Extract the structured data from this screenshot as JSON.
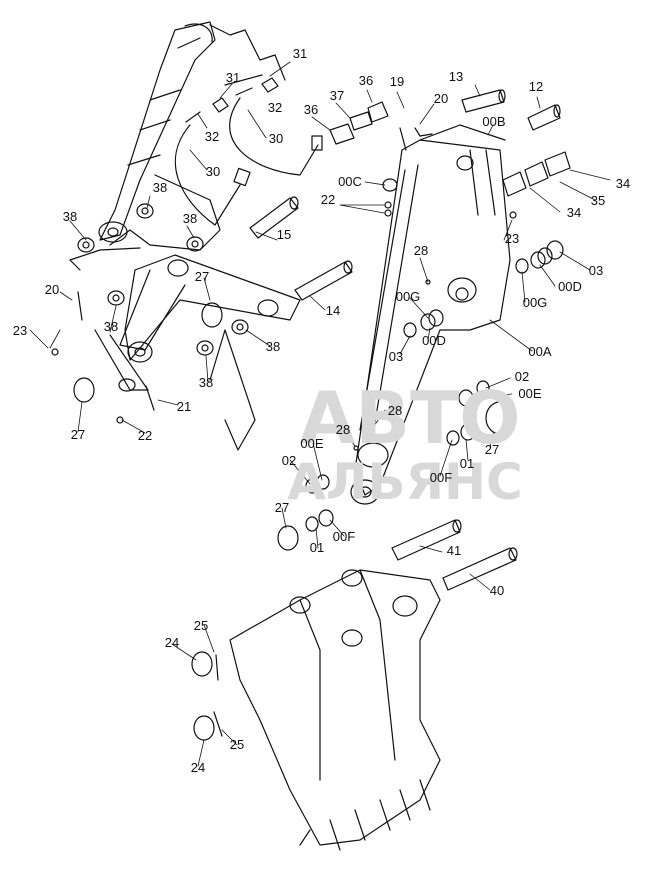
{
  "watermark": {
    "line1": "АВТО",
    "line2": "АЛЬЯНС"
  },
  "callouts": [
    {
      "id": "c31a",
      "text": "31"
    },
    {
      "id": "c31b",
      "text": "31"
    },
    {
      "id": "c32a",
      "text": "32"
    },
    {
      "id": "c32b",
      "text": "32"
    },
    {
      "id": "c30a",
      "text": "30"
    },
    {
      "id": "c30b",
      "text": "30"
    },
    {
      "id": "c36a",
      "text": "36"
    },
    {
      "id": "c36b",
      "text": "36"
    },
    {
      "id": "c37",
      "text": "37"
    },
    {
      "id": "c19",
      "text": "19"
    },
    {
      "id": "c20a",
      "text": "20"
    },
    {
      "id": "c13",
      "text": "13"
    },
    {
      "id": "c12",
      "text": "12"
    },
    {
      "id": "c00B",
      "text": "00B"
    },
    {
      "id": "c38a",
      "text": "38"
    },
    {
      "id": "c38b",
      "text": "38"
    },
    {
      "id": "c38c",
      "text": "38"
    },
    {
      "id": "c38d",
      "text": "38"
    },
    {
      "id": "c38e",
      "text": "38"
    },
    {
      "id": "c38f",
      "text": "38"
    },
    {
      "id": "c00C",
      "text": "00C"
    },
    {
      "id": "c22a",
      "text": "22"
    },
    {
      "id": "c34a",
      "text": "34"
    },
    {
      "id": "c35",
      "text": "35"
    },
    {
      "id": "c34b",
      "text": "34"
    },
    {
      "id": "c15",
      "text": "15"
    },
    {
      "id": "c23a",
      "text": "23"
    },
    {
      "id": "c27a",
      "text": "27"
    },
    {
      "id": "c28a",
      "text": "28"
    },
    {
      "id": "c03a",
      "text": "03"
    },
    {
      "id": "c00Da",
      "text": "00D"
    },
    {
      "id": "c00Ga",
      "text": "00G"
    },
    {
      "id": "c20b",
      "text": "20"
    },
    {
      "id": "c14",
      "text": "14"
    },
    {
      "id": "c00Gb",
      "text": "00G"
    },
    {
      "id": "c23b",
      "text": "23"
    },
    {
      "id": "c03b",
      "text": "03"
    },
    {
      "id": "c00Db",
      "text": "00D"
    },
    {
      "id": "c00A",
      "text": "00A"
    },
    {
      "id": "c02a",
      "text": "02"
    },
    {
      "id": "c00Ea",
      "text": "00E"
    },
    {
      "id": "c21",
      "text": "21"
    },
    {
      "id": "c27b",
      "text": "27"
    },
    {
      "id": "c22b",
      "text": "22"
    },
    {
      "id": "c28b",
      "text": "28"
    },
    {
      "id": "c28c",
      "text": "28"
    },
    {
      "id": "c27c",
      "text": "27"
    },
    {
      "id": "c00Eb",
      "text": "00E"
    },
    {
      "id": "c02b",
      "text": "02"
    },
    {
      "id": "c01a",
      "text": "01"
    },
    {
      "id": "c00Fa",
      "text": "00F"
    },
    {
      "id": "c27d",
      "text": "27"
    },
    {
      "id": "c01b",
      "text": "01"
    },
    {
      "id": "c00Fb",
      "text": "00F"
    },
    {
      "id": "c41",
      "text": "41"
    },
    {
      "id": "c40",
      "text": "40"
    },
    {
      "id": "c25a",
      "text": "25"
    },
    {
      "id": "c24a",
      "text": "24"
    },
    {
      "id": "c25b",
      "text": "25"
    },
    {
      "id": "c24b",
      "text": "24"
    }
  ]
}
